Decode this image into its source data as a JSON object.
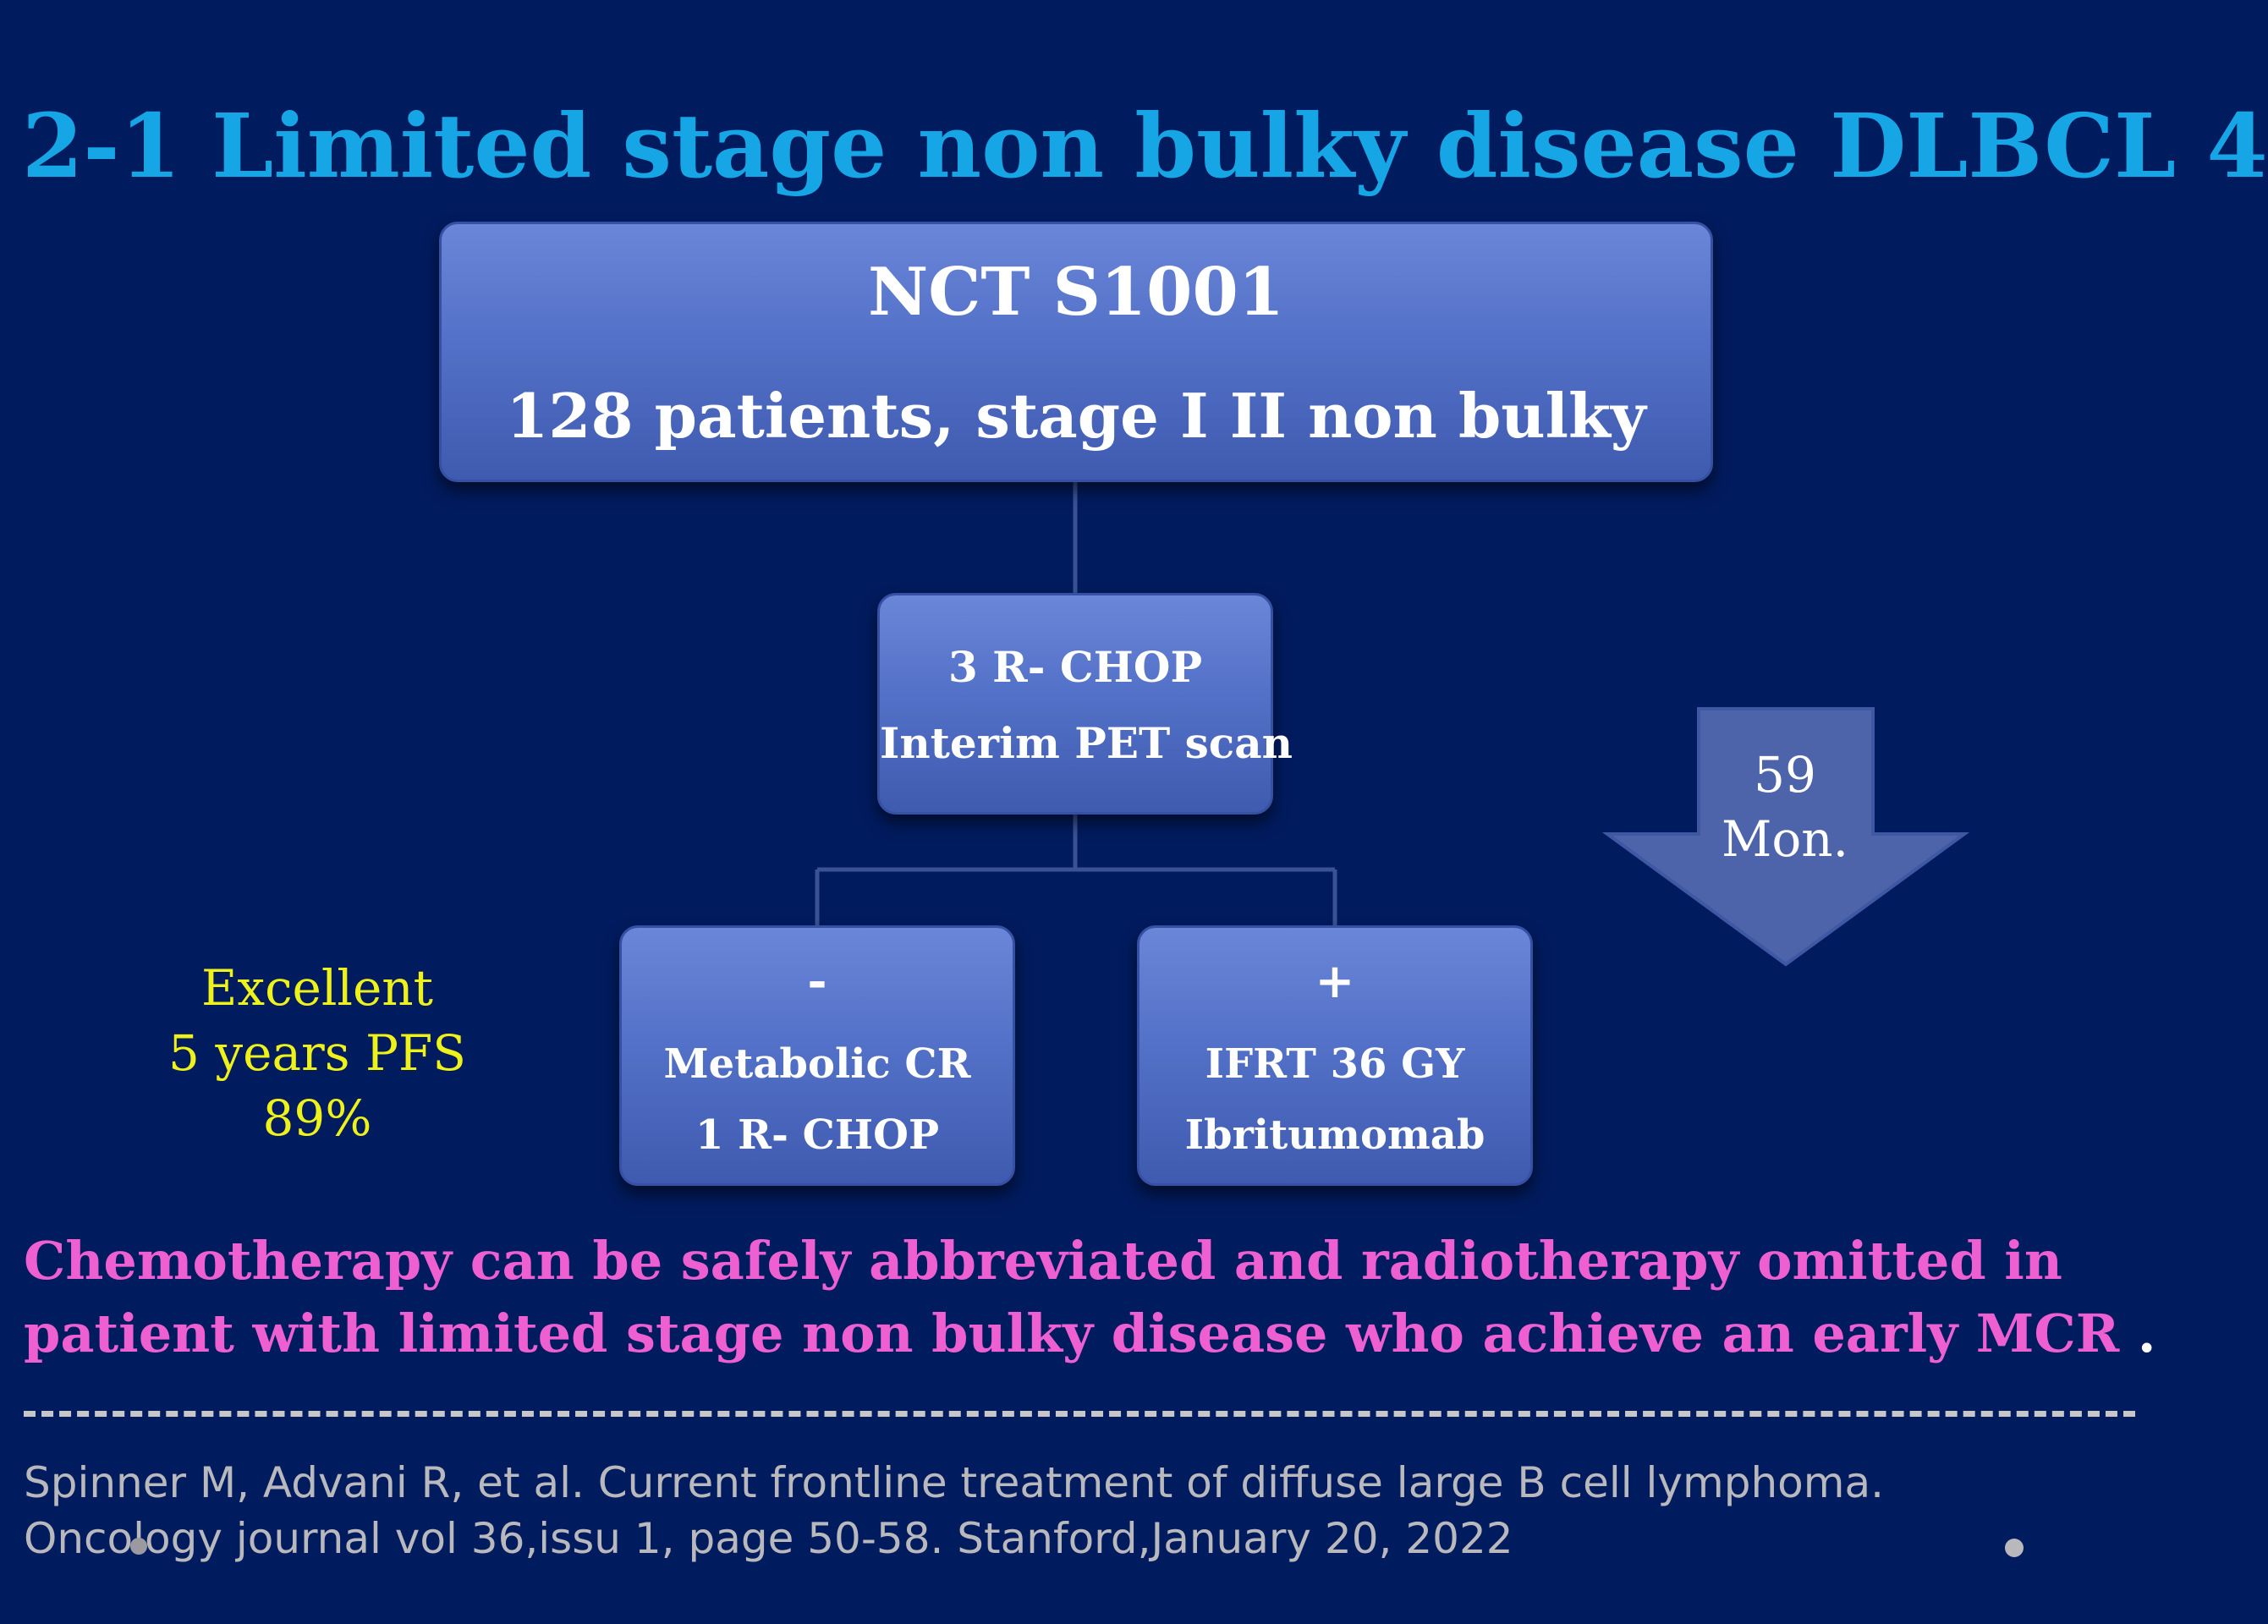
{
  "slide": {
    "title": "2-1 Limited stage non bulky disease  DLBCL   4"
  },
  "flowchart": {
    "root": {
      "line1": "NCT S1001",
      "line2": "128 patients, stage I II  non bulky"
    },
    "step": {
      "line1": "3 R- CHOP",
      "line2": "Interim PET scan"
    },
    "branch_negative": {
      "symbol": "-",
      "line1": "Metabolic CR",
      "line2": "1 R- CHOP"
    },
    "branch_positive": {
      "symbol": "+",
      "line1": "IFRT  36 GY",
      "line2": "Ibritumomab"
    }
  },
  "outcome": {
    "line1": "Excellent",
    "line2": "5 years PFS",
    "line3": "89%"
  },
  "follow_up": {
    "value": "59",
    "unit": "Mon."
  },
  "conclusion": {
    "line1": "Chemotherapy can be safely abbreviated and radiotherapy omitted in",
    "line2": "patient with limited stage non bulky disease who achieve an early  MCR",
    "end": " ."
  },
  "citation": {
    "line1": "Spinner M, Advani R, et al. Current frontline treatment of diffuse large B cell lymphoma.",
    "line2": "Oncology journal  vol 36,issu 1, page 50-58. Stanford,January 20, 2022"
  },
  "colors": {
    "background": "#001b5e",
    "title": "#16a6e6",
    "box": "#5371c8",
    "outcome_text": "#eef21a",
    "conclusion_text": "#ee5fd2",
    "citation_text": "#b9b9bd"
  }
}
